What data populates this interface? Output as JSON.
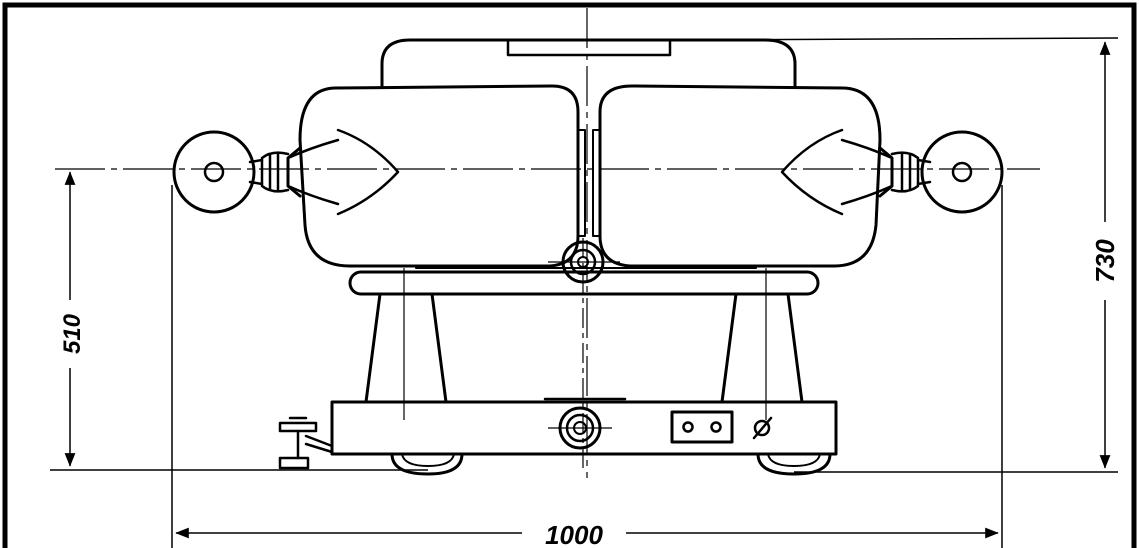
{
  "dimensions": {
    "width": "1000",
    "height_total": "730",
    "height_axis": "510"
  },
  "colors": {
    "line": "#000000",
    "background": "#ffffff"
  }
}
